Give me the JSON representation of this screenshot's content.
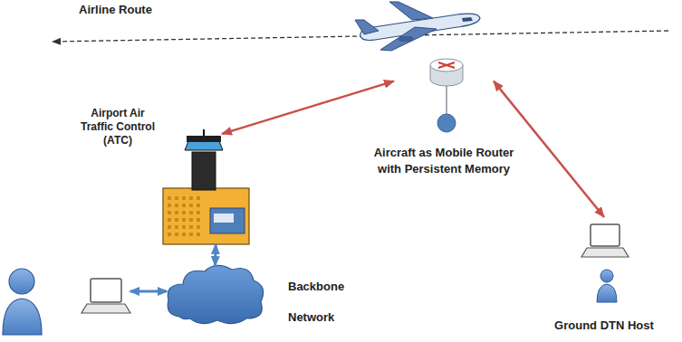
{
  "diagram": {
    "nodes": [
      {
        "text": [
          "Airport Air Traffic Control (ATC)"
        ]
      },
      {
        "text": [
          "Aircraft as Mobile Router with Persistent Memory"
        ]
      },
      {
        "text": [
          "Backbone Network"
        ]
      },
      {
        "text": [
          "Ground DTN Host"
        ]
      }
    ],
    "edges": [
      {
        "from": 1,
        "to": 0,
        "arrow": "both"
      },
      {
        "from": 1,
        "to": 3,
        "arrow": "both"
      },
      {
        "from": 0,
        "to": 2,
        "arrow": "both"
      }
    ],
    "labels": [
      "Airline Route"
    ]
  }
}
